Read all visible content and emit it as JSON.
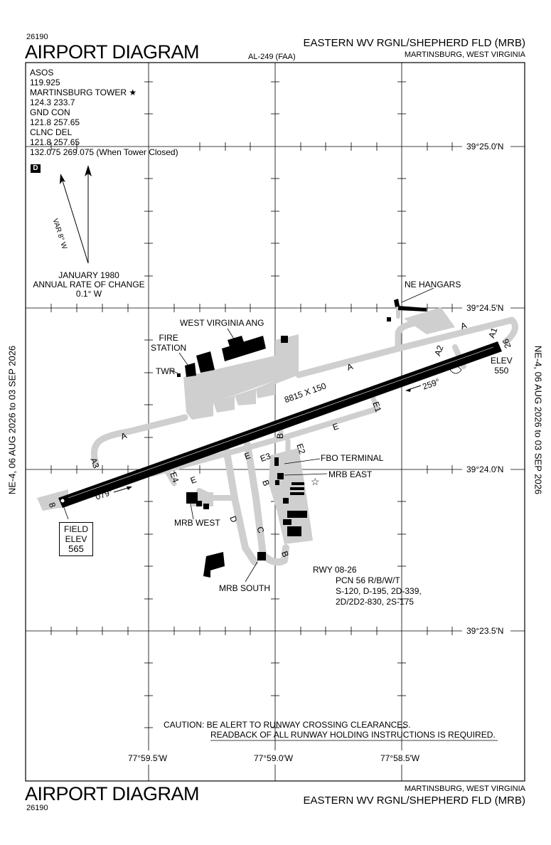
{
  "header": {
    "proc_number": "26190",
    "title": "AIRPORT DIAGRAM",
    "airport_name": "EASTERN WV RGNL/SHEPHERD FLD (MRB)",
    "city_state": "MARTINSBURG, WEST VIRGINIA",
    "al_number": "AL-249 (FAA)"
  },
  "footer": {
    "proc_number": "26190",
    "title": "AIRPORT DIAGRAM",
    "airport_name": "EASTERN WV RGNL/SHEPHERD FLD (MRB)",
    "city_state": "MARTINSBURG, WEST VIRGINIA"
  },
  "margins": {
    "left_cycle": "NE-4, 06 AUG 2026 to 03 SEP 2026",
    "right_cycle": "NE-4, 06 AUG 2026 to 03 SEP 2026"
  },
  "frequencies": [
    "ASOS",
    "119.925",
    "MARTINSBURG TOWER ★",
    "124.3  233.7",
    "GND CON",
    "121.8  257.65",
    "CLNC DEL",
    "121.8  257.65",
    "132.075  269.075 (When Tower Closed)"
  ],
  "datalink_badge": "D",
  "magnetic": {
    "variation": "VAR 8° W",
    "date": "JANUARY 1980",
    "rate_label": "ANNUAL RATE OF CHANGE",
    "rate": "0.1° W"
  },
  "latitudes": [
    "39°25.0′N",
    "39°24.5′N",
    "39°24.0′N",
    "39°23.5′N"
  ],
  "longitudes": [
    "77°59.5′W",
    "77°59.0′W",
    "77°58.5′W"
  ],
  "runway": {
    "dimensions": "8815 X 150",
    "end_8": "8",
    "end_26": "26",
    "heading_079": "079°",
    "heading_259": "259°"
  },
  "elevations": {
    "elev_label": "ELEV",
    "elev_550": "550",
    "field_label1": "FIELD",
    "field_label2": "ELEV",
    "field_value": "565"
  },
  "facilities": {
    "ne_hangars": "NE HANGARS",
    "west_virginia_ang": "WEST VIRGINIA ANG",
    "fire_station_1": "FIRE",
    "fire_station_2": "STATION",
    "twr": "TWR",
    "fbo_terminal": "FBO TERMINAL",
    "mrb_east": "MRB EAST",
    "mrb_west": "MRB WEST",
    "mrb_south": "MRB SOUTH"
  },
  "taxiways": {
    "A": "A",
    "A1": "A1",
    "A2": "A2",
    "A3": "A3",
    "B": "B",
    "C": "C",
    "D": "D",
    "E": "E",
    "E1": "E1",
    "E2": "E2",
    "E3": "E3",
    "E4": "E4"
  },
  "runway_info": [
    "RWY 08-26",
    "PCN 56 R/B/W/T",
    "S-120, D-195, 2D-339,",
    "2D/2D2-830, 2S-175"
  ],
  "caution": {
    "line1": "CAUTION: BE ALERT TO RUNWAY CROSSING CLEARANCES.",
    "line2": "READBACK OF ALL RUNWAY HOLDING INSTRUCTIONS IS REQUIRED."
  }
}
